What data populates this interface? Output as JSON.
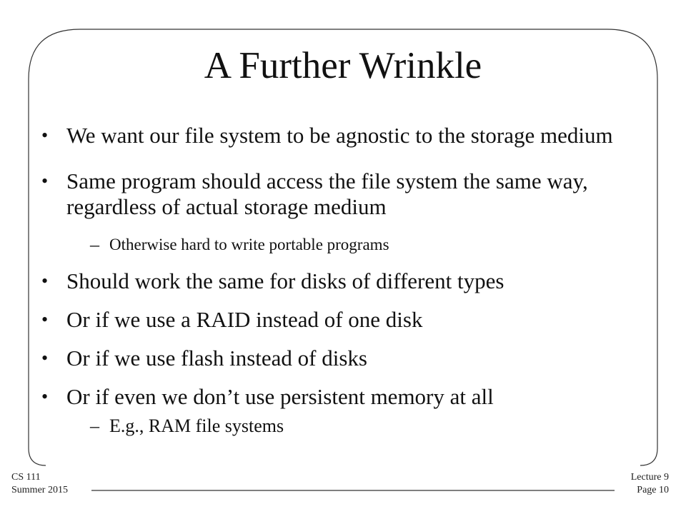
{
  "slide": {
    "title": "A Further Wrinkle",
    "items": [
      {
        "type": "bullet",
        "marker": "•",
        "text": "We want our file system to be agnostic to the storage medium"
      },
      {
        "type": "bullet",
        "marker": "•",
        "text": "Same program should access the file system the same way, regardless of actual storage medium"
      },
      {
        "type": "sub",
        "marker": "–",
        "text": "Otherwise hard to write portable programs"
      },
      {
        "type": "bullet",
        "marker": "•",
        "text": "Should work the same for disks of different types"
      },
      {
        "type": "bullet",
        "marker": "•",
        "text": "Or if we use a RAID instead of one disk"
      },
      {
        "type": "bullet",
        "marker": "•",
        "text": "Or if we use flash instead of disks"
      },
      {
        "type": "bullet",
        "marker": "•",
        "text": "Or if even we don’t use persistent memory at all"
      },
      {
        "type": "sub",
        "marker": "–",
        "text": "E.g., RAM file systems"
      }
    ]
  },
  "footer": {
    "course": "CS 111",
    "term": "Summer 2015",
    "lecture": "Lecture 9",
    "page": "Page 10"
  }
}
